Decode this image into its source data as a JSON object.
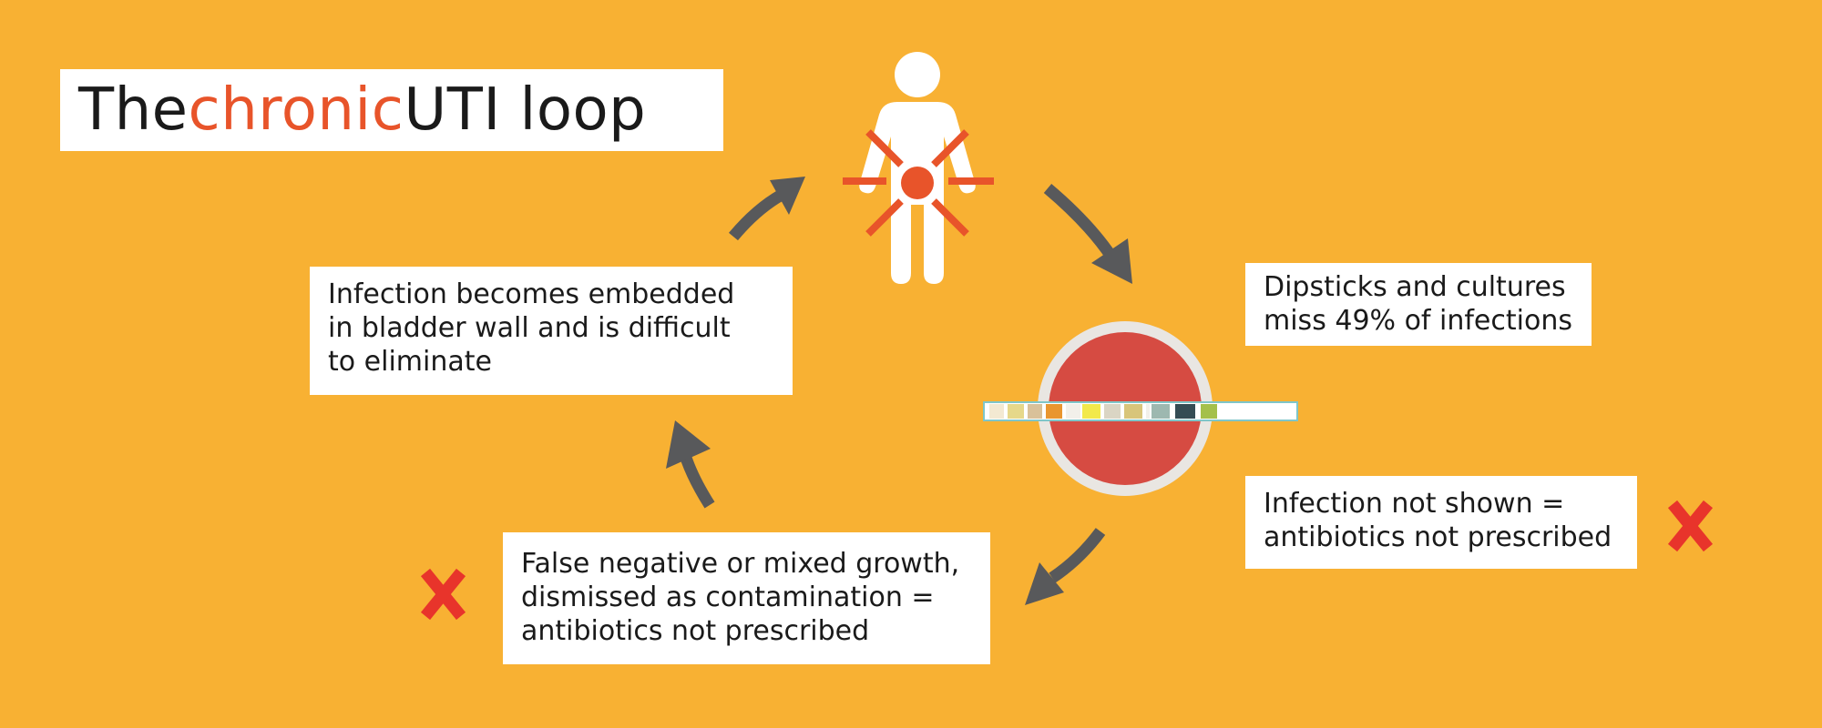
{
  "title": {
    "before": "The ",
    "accent": "chronic",
    "after": " UTI loop"
  },
  "notes": {
    "embedded": [
      "Infection becomes embedded",
      "in bladder wall and is difficult",
      "to eliminate"
    ],
    "dipsticks": [
      "Dipsticks and cultures",
      "miss 49% of infections"
    ],
    "not_shown": [
      "Infection not shown =",
      "antibiotics not prescribed"
    ],
    "false_negative": [
      "False negative or mixed growth,",
      "dismissed as contamination =",
      "antibiotics not prescribed"
    ]
  },
  "icons": {
    "person": "person-pain-icon",
    "dish": "petri-dish-icon",
    "strip": "dipstick-icon",
    "reject": "red-x-icon",
    "cycle": "curved-arrow-icon"
  },
  "colors": {
    "background": "#F8B133",
    "accent": "#E8542A",
    "arrow": "#58595B",
    "dish_red": "#D64B42",
    "cross": "#E8342B"
  }
}
